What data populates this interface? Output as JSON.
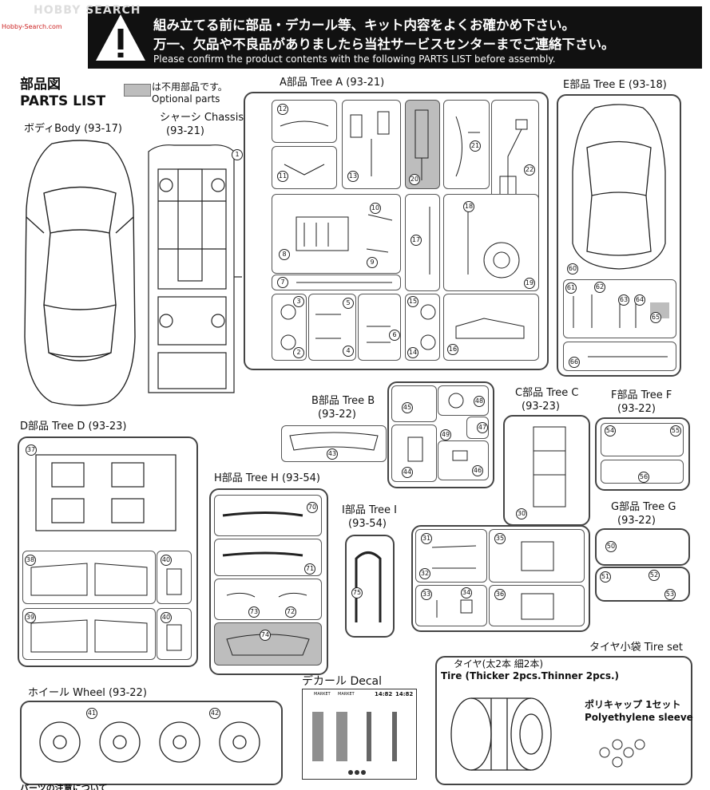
{
  "watermark": {
    "brand": "HOBBY SEARCH",
    "site": "Hobby-Search.com"
  },
  "header": {
    "line1": "組み立てる前に部品・デカール等、キット内容をよくお確かめ下さい。",
    "line2": "万一、欠品や不良品がありましたら当社サービスセンターまでご連絡下さい。",
    "line3": "Please confirm the product contents with the following PARTS LIST before assembly."
  },
  "parts_list": {
    "title_jp": "部品図",
    "title_en": "PARTS LIST"
  },
  "optional": {
    "jp": "は不用部品です。",
    "en": "Optional parts"
  },
  "trees": {
    "body": {
      "name": "ボディBody",
      "code": "(93-17)"
    },
    "chassis": {
      "name": "シャーシ Chassis",
      "code": "(93-21)"
    },
    "a": {
      "name": "A部品 Tree A",
      "code": "(93-21)"
    },
    "e": {
      "name": "E部品 Tree E",
      "code": "(93-18)"
    },
    "b": {
      "name": "B部品 Tree B",
      "code": "(93-22)"
    },
    "c": {
      "name": "C部品 Tree C",
      "code": "(93-23)"
    },
    "f": {
      "name": "F部品 Tree F",
      "code": "(93-22)"
    },
    "d": {
      "name": "D部品 Tree D",
      "code": "(93-23)"
    },
    "h": {
      "name": "H部品 Tree H",
      "code": "(93-54)"
    },
    "i": {
      "name": "I部品 Tree I",
      "code": "(93-54)"
    },
    "g": {
      "name": "G部品 Tree G",
      "code": "(93-22)"
    },
    "wheel": {
      "name": "ホイール Wheel",
      "code": "(93-22)"
    },
    "decal": {
      "name": "デカール Decal"
    }
  },
  "tire_set": {
    "title": "タイヤ小袋 Tire set",
    "tire_jp": "タイヤ(太2本 細2本)",
    "tire_en": "Tire (Thicker 2pcs.Thinner 2pcs.)",
    "poly_jp": "ポリキャップ 1セット",
    "poly_en": "Polyethylene sleeve"
  },
  "decal_marks": {
    "m1": "MARKET",
    "m2": "MARKET",
    "code1": "14:82",
    "code2": "14:82"
  },
  "footer": {
    "note": "パーツの注意について"
  },
  "parts": {
    "p1": "1",
    "p2": "2",
    "p3": "3",
    "p4": "4",
    "p5": "5",
    "p6": "6",
    "p7": "7",
    "p8": "8",
    "p9": "9",
    "p10": "10",
    "p11": "11",
    "p12": "12",
    "p13": "13",
    "p14": "14",
    "p15": "15",
    "p16": "16",
    "p17": "17",
    "p18": "18",
    "p19": "19",
    "p20": "20",
    "p21": "21",
    "p22": "22",
    "p30": "30",
    "p31": "31",
    "p32": "32",
    "p33": "33",
    "p34": "34",
    "p35": "35",
    "p36": "36",
    "p37": "37",
    "p38": "38",
    "p39": "39",
    "p40": "40",
    "p41": "41",
    "p42": "42",
    "p43": "43",
    "p44": "44",
    "p45": "45",
    "p46": "46",
    "p47": "47",
    "p48": "48",
    "p49": "49",
    "p50": "50",
    "p51": "51",
    "p52": "52",
    "p53": "53",
    "p54": "54",
    "p55": "55",
    "p56": "56",
    "p60": "60",
    "p61": "61",
    "p62": "62",
    "p63": "63",
    "p64": "64",
    "p65": "65",
    "p66": "66",
    "p70": "70",
    "p71": "71",
    "p72": "72",
    "p73": "73",
    "p74": "74",
    "p75": "75"
  },
  "colors": {
    "header_bg": "#111111",
    "optional_gray": "#bdbdbd",
    "watermark_red": "#cc2222"
  }
}
